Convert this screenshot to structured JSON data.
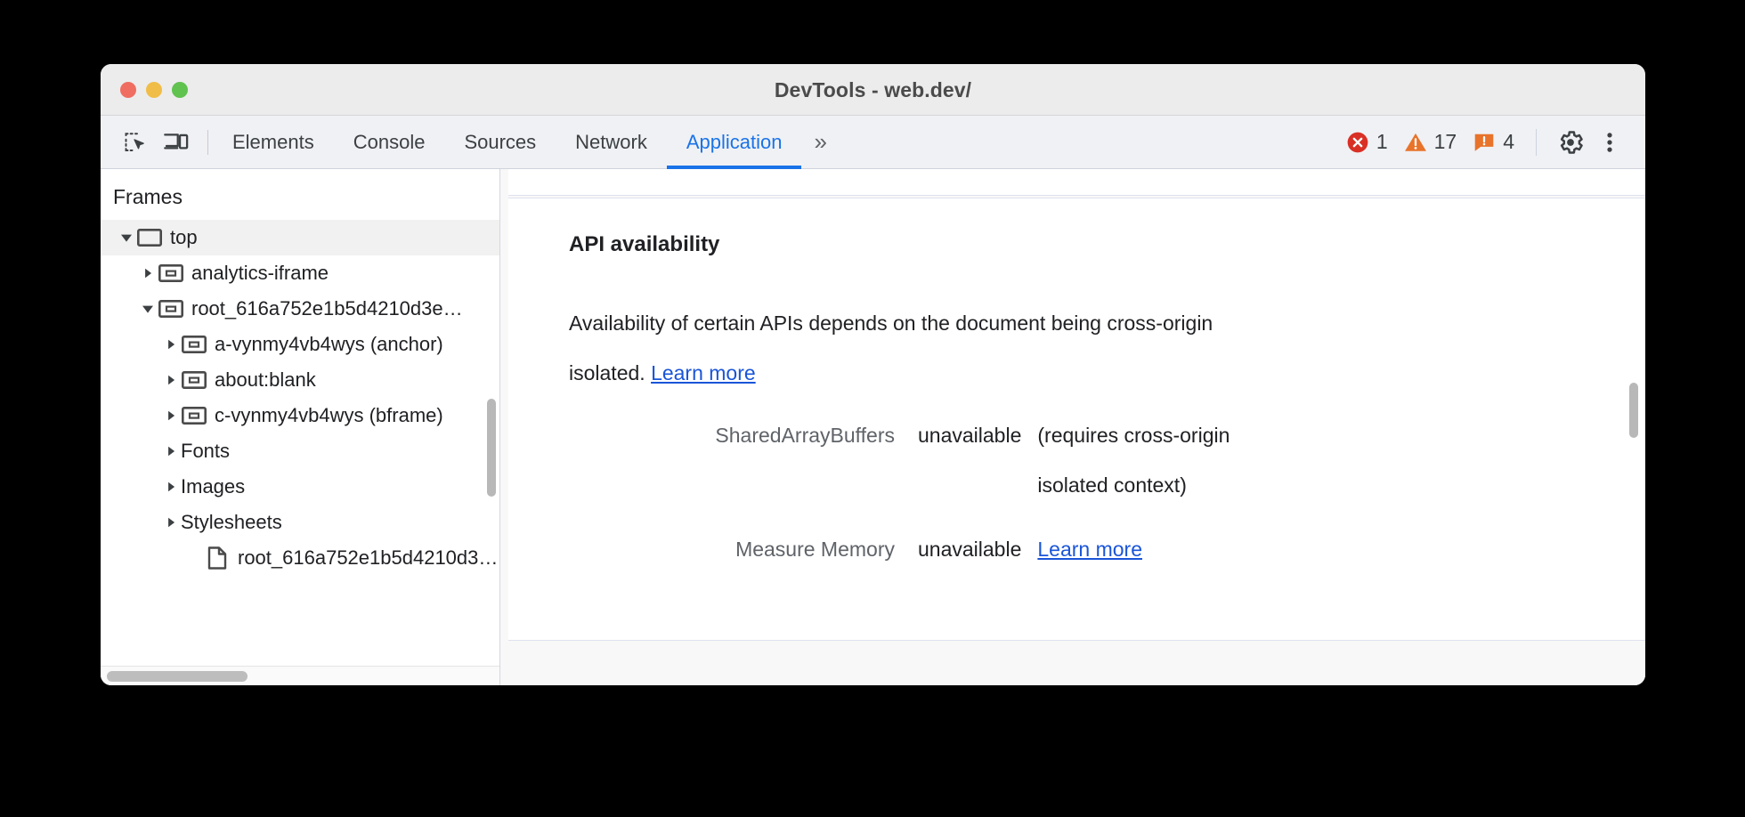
{
  "window": {
    "title": "DevTools - web.dev/",
    "traffic_lights": [
      "close-red",
      "minimize-yellow",
      "maximize-green"
    ]
  },
  "tabbar": {
    "left_icons": [
      {
        "name": "inspect-element-icon",
        "label": "Inspect element"
      },
      {
        "name": "device-toolbar-icon",
        "label": "Toggle device toolbar"
      }
    ],
    "tabs": [
      {
        "label": "Elements",
        "active": false
      },
      {
        "label": "Console",
        "active": false
      },
      {
        "label": "Sources",
        "active": false
      },
      {
        "label": "Network",
        "active": false
      },
      {
        "label": "Application",
        "active": true
      }
    ],
    "overflow_label": "»",
    "counters": [
      {
        "icon": "error-icon",
        "count": "1",
        "color": "#d93025"
      },
      {
        "icon": "warning-icon",
        "count": "17",
        "color": "#e37400"
      },
      {
        "icon": "issue-icon",
        "count": "4",
        "color": "#e37400"
      }
    ],
    "right_icons": [
      {
        "name": "settings-gear-icon",
        "label": "Settings"
      },
      {
        "name": "more-options-icon",
        "label": "Customize and control DevTools"
      }
    ]
  },
  "sidebar": {
    "title": "Frames",
    "tree": [
      {
        "label": "top",
        "indent": 0,
        "twisty": "expanded",
        "icon": "frame-top-icon",
        "selected": true
      },
      {
        "label": "analytics-iframe",
        "indent": 1,
        "twisty": "collapsed",
        "icon": "frame-icon",
        "selected": false
      },
      {
        "label": "root_616a752e1b5d4210d3e…",
        "indent": 1,
        "twisty": "expanded",
        "icon": "frame-icon",
        "selected": false
      },
      {
        "label": "a-vynmy4vb4wys (anchor)",
        "indent": 2,
        "twisty": "collapsed",
        "icon": "frame-icon",
        "selected": false
      },
      {
        "label": "about:blank",
        "indent": 2,
        "twisty": "collapsed",
        "icon": "frame-icon",
        "selected": false
      },
      {
        "label": "c-vynmy4vb4wys (bframe)",
        "indent": 2,
        "twisty": "collapsed",
        "icon": "frame-icon",
        "selected": false
      },
      {
        "label": "Fonts",
        "indent": 2,
        "twisty": "collapsed",
        "icon": "none",
        "selected": false
      },
      {
        "label": "Images",
        "indent": 2,
        "twisty": "collapsed",
        "icon": "none",
        "selected": false
      },
      {
        "label": "Stylesheets",
        "indent": 2,
        "twisty": "collapsed",
        "icon": "none",
        "selected": false
      },
      {
        "label": "root_616a752e1b5d4210d3…",
        "indent": 3,
        "twisty": "none",
        "icon": "document-icon",
        "selected": false
      }
    ]
  },
  "main": {
    "section_title": "API availability",
    "description_line1": "Availability of certain APIs depends on the document being cross-origin",
    "description_line2_prefix": "isolated. ",
    "description_link": "Learn more",
    "api_rows": [
      {
        "name": "SharedArrayBuffers",
        "value": "unavailable",
        "note_line1": "(requires cross-origin",
        "note_line2": "isolated context)",
        "link": ""
      },
      {
        "name": "Measure Memory",
        "value": "unavailable",
        "note_line1": "",
        "note_line2": "",
        "link": "Learn more"
      }
    ]
  },
  "colors": {
    "accent_blue": "#1a73e8",
    "link_blue": "#1a55d8",
    "error_red": "#d93025",
    "warning_orange": "#e37400",
    "text_primary": "#202124",
    "text_secondary": "#5f6368"
  }
}
